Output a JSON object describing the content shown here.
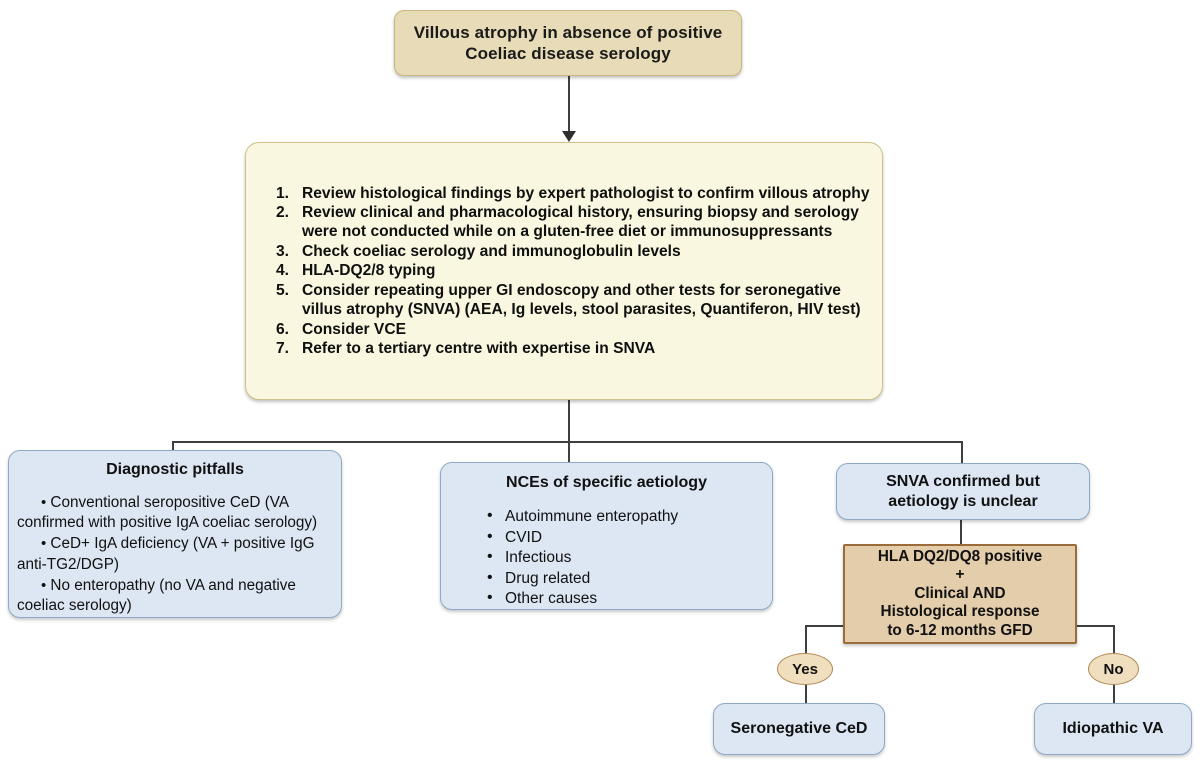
{
  "diagram": {
    "title": "Villous atrophy in absence of positive Coeliac disease serology",
    "colors": {
      "tan_node": "#e7dcb7",
      "cream_node": "#f9f7e0",
      "blue_node": "#dce7f3",
      "tan_rect_node": "#e3cdab",
      "oval_node": "#f0dfbe",
      "connector": "#3f3f3f"
    },
    "root": {
      "line1": "Villous atrophy in absence of positive",
      "line2": "Coeliac disease serology"
    },
    "workup": {
      "steps": [
        {
          "num": "1.",
          "text": "Review histological findings by expert pathologist to confirm villous atrophy"
        },
        {
          "num": "2.",
          "text": "Review clinical and pharmacological history, ensuring biopsy and serology were not conducted while on a gluten-free diet or immunosuppressants"
        },
        {
          "num": "3.",
          "text": "Check coeliac serology and immunoglobulin levels"
        },
        {
          "num": "4.",
          "text": "HLA-DQ2/8 typing"
        },
        {
          "num": "5.",
          "text": "Consider repeating upper GI endoscopy and other tests for seronegative villus atrophy (SNVA) (AEA, Ig levels, stool parasites, Quantiferon, HIV test)"
        },
        {
          "num": "6.",
          "text": "Consider VCE"
        },
        {
          "num": "7.",
          "text": "Refer to a tertiary centre with expertise in SNVA"
        }
      ]
    },
    "pitfalls": {
      "heading": "Diagnostic pitfalls",
      "items": [
        "Conventional seropositive CeD (VA confirmed with positive IgA coeliac serology)",
        "CeD+ IgA deficiency (VA + positive IgG anti-TG2/DGP)",
        "No enteropathy (no VA and negative coeliac serology)"
      ]
    },
    "nces": {
      "heading": "NCEs of specific aetiology",
      "items": [
        "Autoimmune enteropathy",
        "CVID",
        "Infectious",
        "Drug related",
        "Other causes"
      ]
    },
    "snva": {
      "line1": "SNVA confirmed but",
      "line2": "aetiology is unclear"
    },
    "hla": {
      "line1": "HLA DQ2/DQ8 positive",
      "line2": "+",
      "line3": "Clinical AND",
      "line4": "Histological response",
      "line5": "to 6-12 months GFD"
    },
    "decision": {
      "yes_label": "Yes",
      "no_label": "No"
    },
    "outcomes": {
      "yes_result": "Seronegative CeD",
      "no_result": "Idiopathic VA"
    }
  }
}
